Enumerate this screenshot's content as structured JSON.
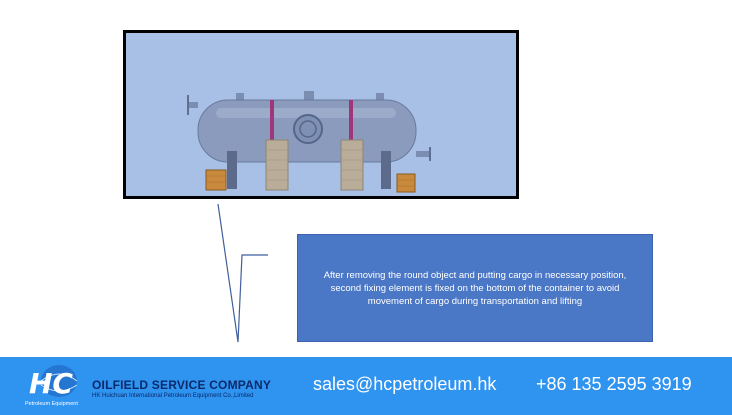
{
  "scene": {
    "description_icon": "pressure-vessel-illustration",
    "colors": {
      "background": "#a8bfe6",
      "vessel": "#8a9bbd",
      "band": "#a0357a",
      "crate": "#c98a3e",
      "block": "#b9ad9a"
    }
  },
  "note": {
    "text": "After removing the round object and putting cargo in necessary position, second fixing element is fixed on the bottom of the container to avoid movement of cargo during transportation and lifting"
  },
  "footer": {
    "logo_letters": "HC",
    "logo_subtitle": "Petroleum Equipment",
    "company_name": "OILFIELD SERVICE COMPANY",
    "company_subtitle": "HK Huichuan International Petroleum Equipment Co.,Limited",
    "email": "sales@hcpetroleum.hk",
    "phone": "+86 135 2595 3919",
    "colors": {
      "bar": "#2f93f0",
      "company_text": "#0a2a6b"
    }
  }
}
